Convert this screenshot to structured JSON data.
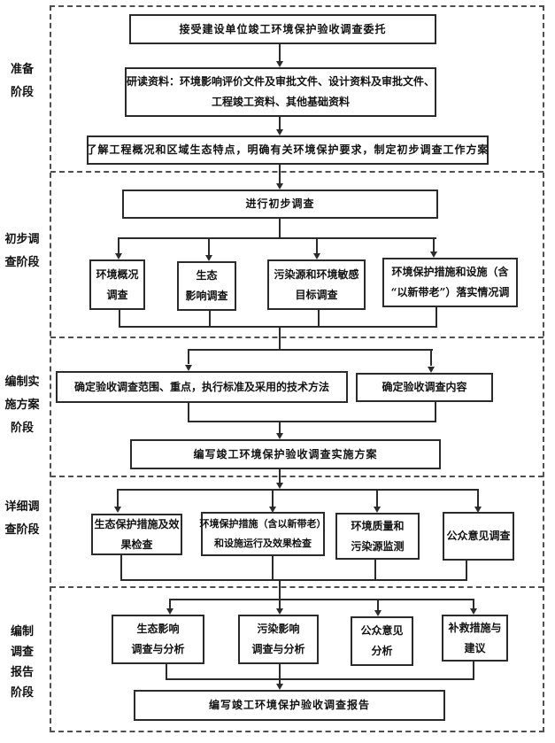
{
  "stage_labels": [
    {
      "id": "preparation",
      "lines": [
        "准备",
        "阶段"
      ]
    },
    {
      "id": "preliminary-survey",
      "lines": [
        "初步调",
        "查阶段"
      ]
    },
    {
      "id": "implementation-plan",
      "lines": [
        "编制实",
        "施方案",
        "阶段"
      ]
    },
    {
      "id": "detailed-survey",
      "lines": [
        "详细调",
        "查阶段"
      ]
    },
    {
      "id": "report-writing",
      "lines": [
        "编制",
        "调查",
        "报告",
        "阶段"
      ]
    }
  ],
  "nodes": {
    "accept_commission": {
      "lines": [
        "接受建设单位竣工环境保护验收调查委托"
      ]
    },
    "study_materials": {
      "lines": [
        "研读资料：环境影响评价文件及审批文件、设计资料及审批文件、",
        "工程竣工资料、其他基础资料"
      ]
    },
    "understand_project": {
      "lines": [
        "了解工程概况和区域生态特点，明确有关环境保护要求，制定初步调查工作方案"
      ]
    },
    "preliminary_survey": {
      "lines": [
        "进行初步调查"
      ]
    },
    "env_overview": {
      "lines": [
        "环境概况",
        "调查"
      ]
    },
    "eco_impact_survey": {
      "lines": [
        "生态",
        "影响调查"
      ]
    },
    "pollution_sensitive_targets": {
      "lines": [
        "污染源和环境敏感",
        "目标调查"
      ]
    },
    "protection_implementation": {
      "lines": [
        "环境保护措施和设施（含",
        "“以新带老”）落实情况调"
      ]
    },
    "define_scope": {
      "lines": [
        "确定验收调查范围、重点，执行标准及采用的技术方法"
      ]
    },
    "define_content": {
      "lines": [
        "确定验收调查内容"
      ]
    },
    "write_plan": {
      "lines": [
        "编写竣工环境保护验收调查实施方案"
      ]
    },
    "eco_measure_check": {
      "lines": [
        "生态保护措施及效",
        "果检查"
      ]
    },
    "env_measure_check": {
      "lines": [
        "环境保护措施（含以新带老）",
        "和设施运行及效果检查"
      ]
    },
    "quality_monitoring": {
      "lines": [
        "环境质量和",
        "污染源监测"
      ]
    },
    "public_opinion_survey": {
      "lines": [
        "公众意见调查"
      ]
    },
    "eco_impact_analysis": {
      "lines": [
        "生态影响",
        "调查与分析"
      ]
    },
    "pollution_impact_analysis": {
      "lines": [
        "污染影响",
        "调查与分析"
      ]
    },
    "public_opinion_analysis": {
      "lines": [
        "公众意见",
        "分析"
      ]
    },
    "remedial_suggestions": {
      "lines": [
        "补救措施与",
        "建议"
      ]
    },
    "write_report": {
      "lines": [
        "编写竣工环境保护验收调查报告"
      ]
    }
  }
}
